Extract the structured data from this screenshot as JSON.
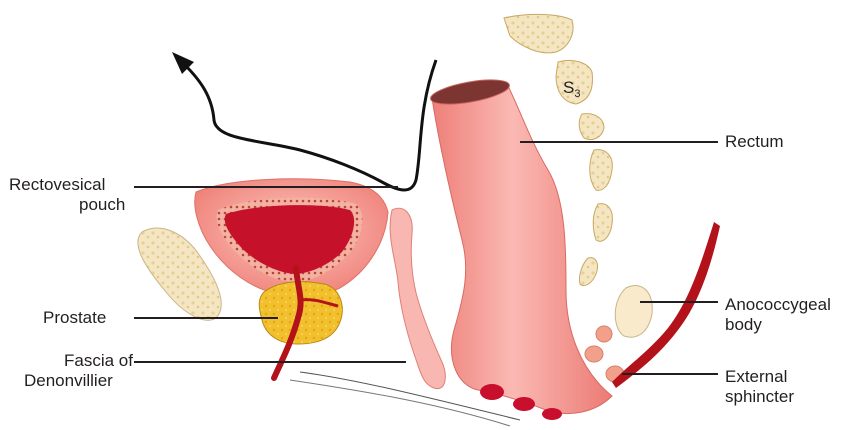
{
  "labels": {
    "rectovesical_pouch": [
      "Rectovesical",
      "pouch"
    ],
    "prostate": "Prostate",
    "fascia": [
      "Fascia of",
      "Denonvillier"
    ],
    "rectum": "Rectum",
    "anococcygeal_body": [
      "Anococcygeal",
      "body"
    ],
    "external_sphincter": [
      "External",
      "sphincter"
    ],
    "vertebra_s3": {
      "letter": "S",
      "subscript": "3"
    }
  },
  "colors": {
    "rectum": "#f08a84",
    "rectum_light": "#fbc3bd",
    "bladder_wall": "#f28e86",
    "bladder_lumen": "#c8102e",
    "prostate": "#f2c230",
    "pubic_bone": "#f3e3bf",
    "sacrum": "#f0dca0",
    "sphincter": "#b3121b",
    "label_line": "#231f20"
  }
}
